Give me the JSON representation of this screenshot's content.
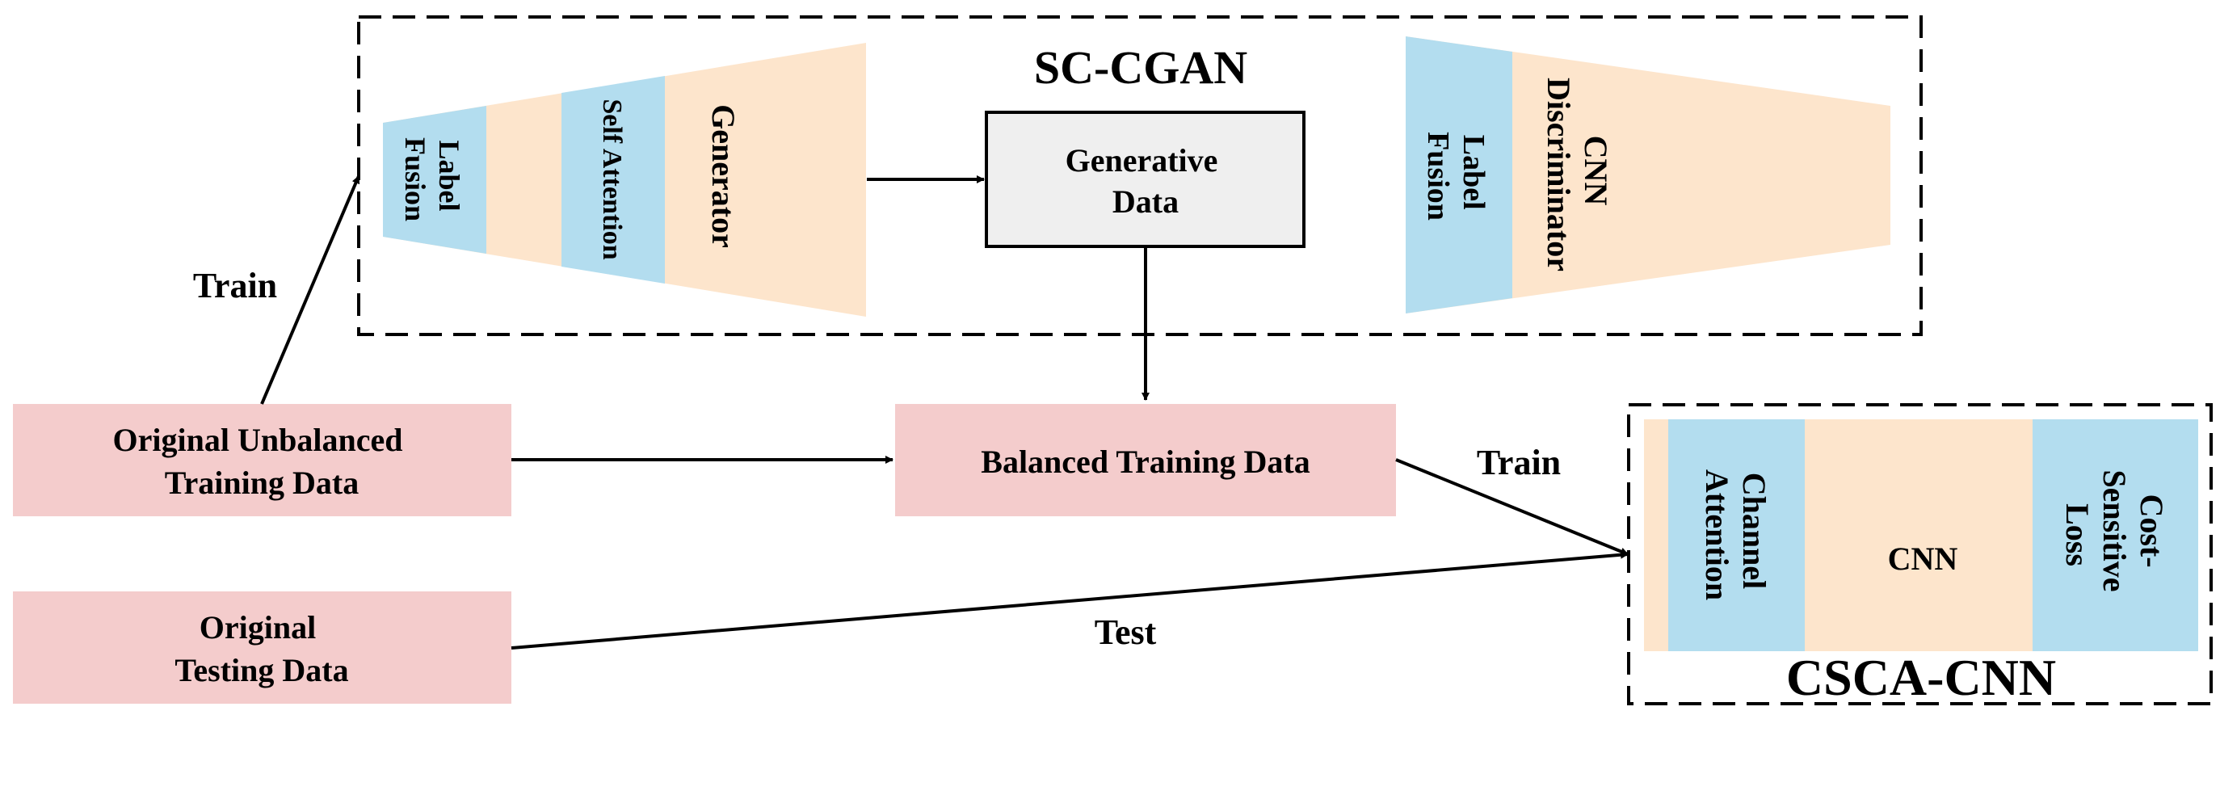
{
  "colors": {
    "pink_box": "#f4cccc",
    "peach": "#fde5cc",
    "blue": "#b3ddef",
    "gray_box": "#efefef",
    "line": "#000000"
  },
  "sc_cgan": {
    "title": "SC-CGAN",
    "generator": {
      "label_fusion": [
        "Label",
        "Fusion"
      ],
      "self_attention": "Self Attention",
      "generator": "Generator"
    },
    "generative_data": [
      "Generative",
      "Data"
    ],
    "discriminator": {
      "label_fusion": [
        "Label",
        "Fusion"
      ],
      "cnn_discriminator": [
        "CNN",
        "Discriminator"
      ]
    }
  },
  "inputs": {
    "unbalanced": [
      "Original Unbalanced",
      "Training Data"
    ],
    "testing": [
      "Original",
      "Testing Data"
    ],
    "balanced": "Balanced Training Data"
  },
  "edges": {
    "train_top": "Train",
    "train_right": "Train",
    "test": "Test"
  },
  "csca_cnn": {
    "title": "CSCA-CNN",
    "channel_attention": [
      "Channel",
      "Attention"
    ],
    "cnn": "CNN",
    "cost_sensitive_loss": [
      "Cost-",
      "Sensitive",
      "Loss"
    ]
  }
}
